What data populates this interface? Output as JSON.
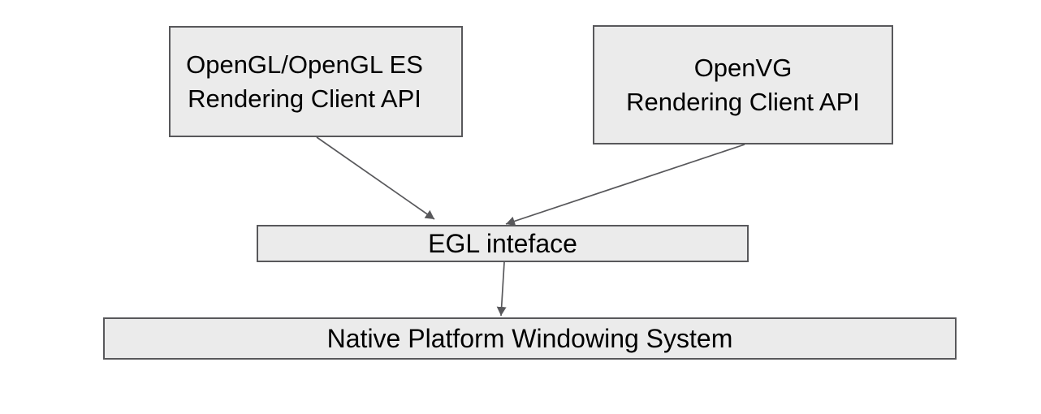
{
  "diagram": {
    "colors": {
      "background": "#ffffff",
      "box_fill": "#ebebeb",
      "box_border": "#58585b",
      "arrow": "#58585b",
      "text": "#000000"
    },
    "nodes": {
      "opengl": {
        "line1": "OpenGL/OpenGL ES",
        "line2": "Rendering Client API"
      },
      "openvg": {
        "line1": "OpenVG",
        "line2": "Rendering Client API"
      },
      "egl": {
        "label": "EGL inteface"
      },
      "native": {
        "label": "Native Platform Windowing System"
      }
    },
    "edges": [
      {
        "name": "opengl-to-egl",
        "from": "OpenGL/OpenGL ES Rendering Client API",
        "to": "EGL inteface"
      },
      {
        "name": "openvg-to-egl",
        "from": "OpenVG Rendering Client API",
        "to": "EGL inteface"
      },
      {
        "name": "egl-to-native",
        "from": "EGL inteface",
        "to": "Native Platform Windowing System"
      }
    ]
  }
}
